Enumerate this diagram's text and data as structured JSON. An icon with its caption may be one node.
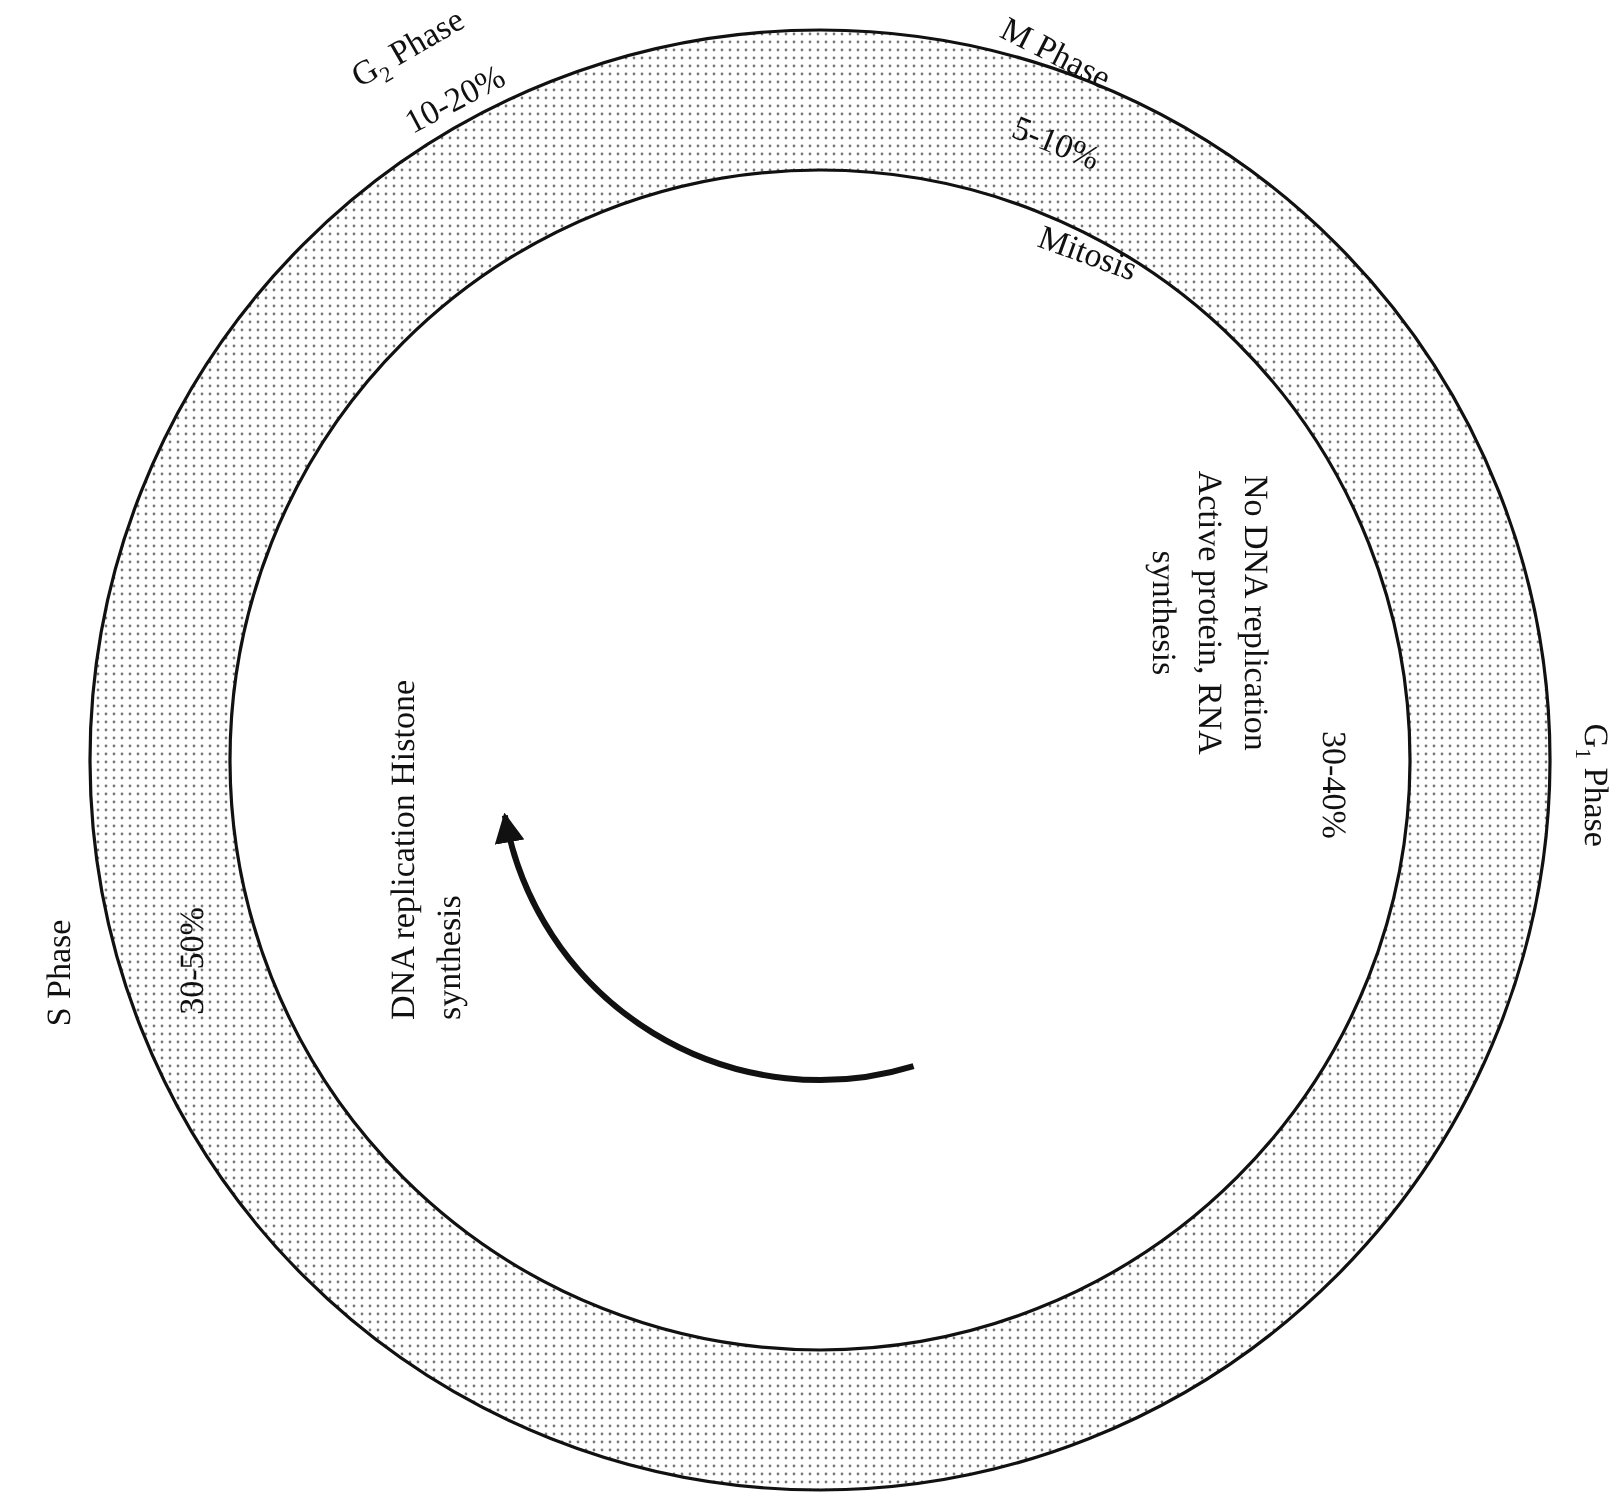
{
  "diagram": {
    "labels": [
      "G$_{2}$ Phase",
      "M Phase",
      "10-20%",
      "5-10%",
      "Mitosis",
      "G$_{1}$ Phase",
      "30-40%",
      "No DNA replication Active protein, RNA synthesis",
      "S Phase",
      "30-50%",
      "DNA replication Histone synthesis"
    ]
  }
}
